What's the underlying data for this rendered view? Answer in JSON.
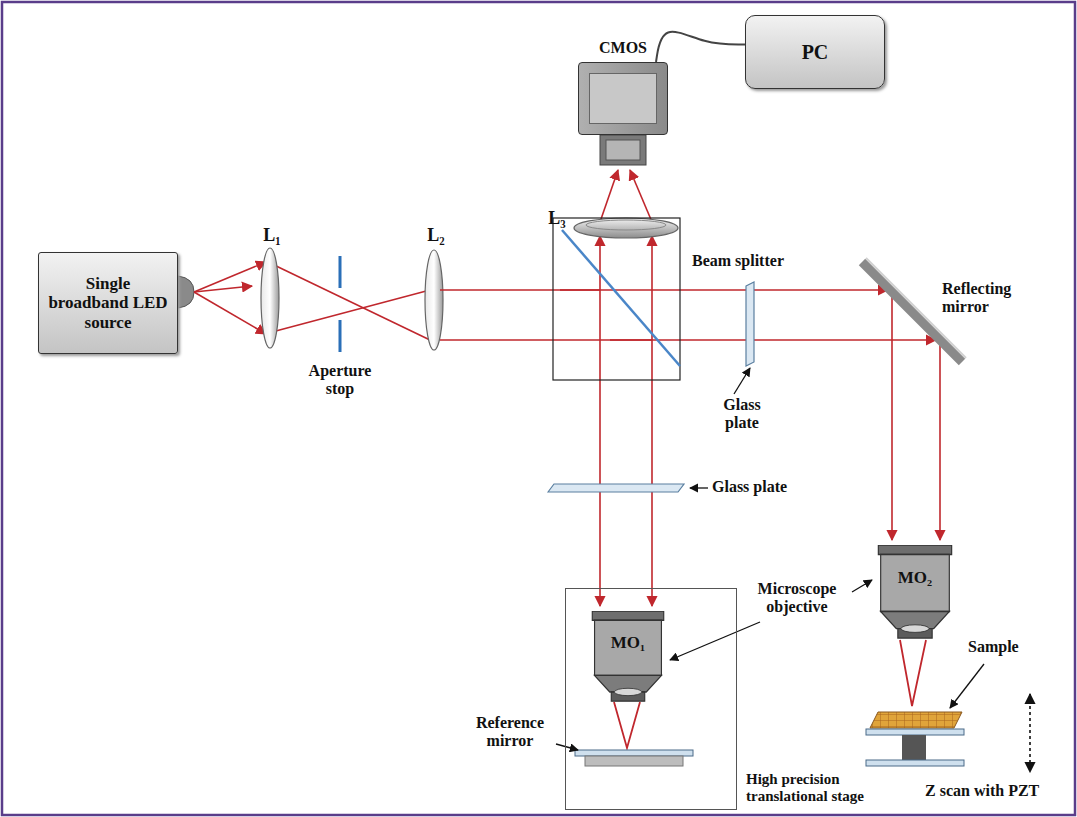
{
  "diagram": {
    "nodes": [
      {
        "text": [
          "CMOS"
        ]
      },
      {
        "text": [
          "PC"
        ]
      },
      {
        "text": [
          "Single broadband LED source"
        ]
      },
      {
        "text": [
          "MO₂"
        ]
      },
      {
        "text": [
          "High precision translational stage"
        ]
      },
      {
        "text": [
          "MO₁"
        ],
        "in": 4
      }
    ],
    "edges": [
      {
        "from": 0,
        "to": 1,
        "arrow": "none"
      }
    ],
    "labels": [
      "L₁",
      "Aperture stop",
      "L₂",
      "Beam splitter",
      "Reflecting mirror",
      "L₃",
      "Glass plate",
      "Glass plate",
      "Microscope objective",
      "Sample",
      "Reference mirror",
      "Z scan with PZT"
    ]
  }
}
